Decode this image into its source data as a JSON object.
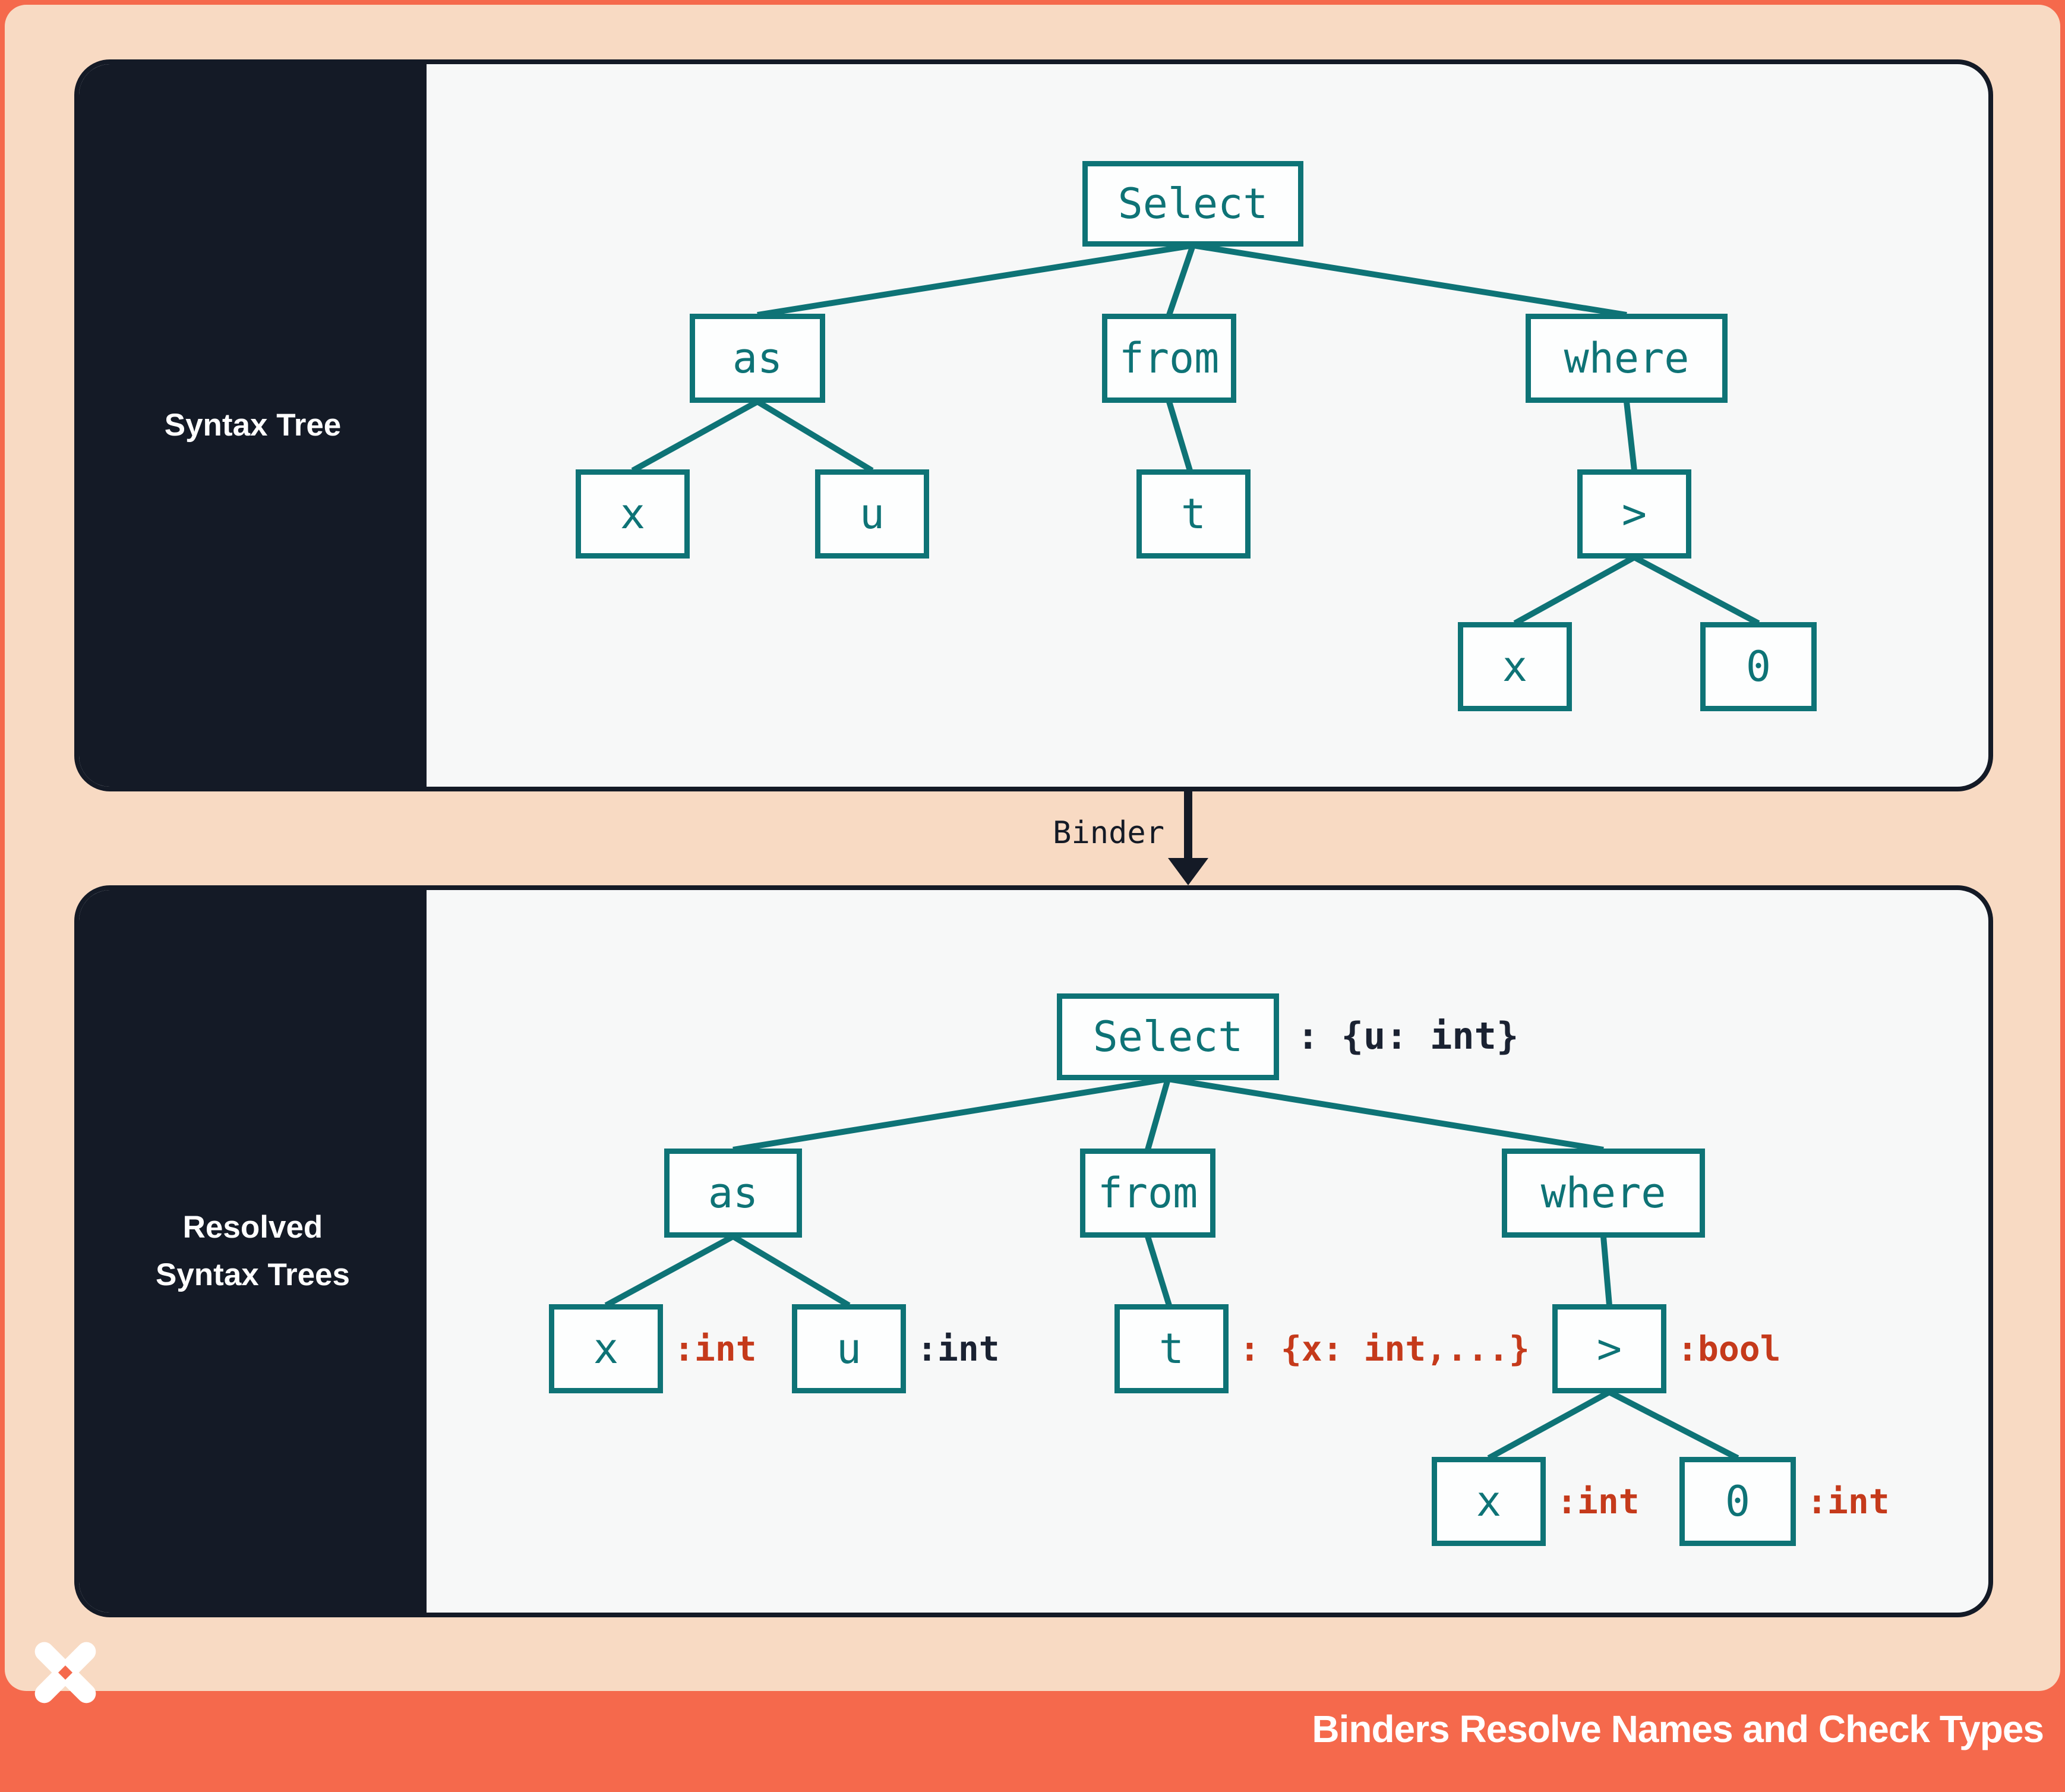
{
  "colors": {
    "frame_orange": "#f5694c",
    "inner_peach": "#f8dac3",
    "panel_navy": "#141a26",
    "panel_background": "#f7f8f8",
    "node_teal": "#0e7376",
    "annotation_red": "#c53a1b",
    "annotation_dark": "#1a2232"
  },
  "panels": {
    "top": {
      "label": "Syntax Tree",
      "nodes": {
        "select": "Select",
        "as": "as",
        "from": "from",
        "where": "where",
        "x1": "x",
        "u": "u",
        "t": "t",
        "gt": ">",
        "x2": "x",
        "zero": "0"
      }
    },
    "bottom": {
      "label_line1": "Resolved",
      "label_line2": "Syntax Trees",
      "nodes": {
        "select": "Select",
        "as": "as",
        "from": "from",
        "where": "where",
        "x1": "x",
        "u": "u",
        "t": "t",
        "gt": ">",
        "x2": "x",
        "zero": "0"
      },
      "annotations": {
        "select": ": {u: int}",
        "x1": ":int",
        "u": ":int",
        "t": ": {x: int,...}",
        "gt": ":bool",
        "x2": ":int",
        "zero": ":int"
      }
    }
  },
  "binder": {
    "label": "Binder"
  },
  "footer": {
    "title": "Binders Resolve Names and Check Types",
    "logo": "x-star-logo"
  }
}
